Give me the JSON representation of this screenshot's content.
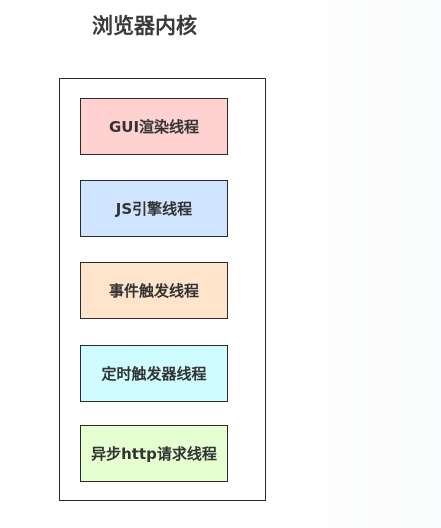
{
  "diagram": {
    "title": "浏览器内核",
    "threads": [
      {
        "label": "GUI渲染线程",
        "color": "#ffd1d1"
      },
      {
        "label": "JS引擎线程",
        "color": "#cfe4ff"
      },
      {
        "label": "事件触发线程",
        "color": "#ffe4cc"
      },
      {
        "label": "定时触发器线程",
        "color": "#cffcff"
      },
      {
        "label": "异步http请求线程",
        "color": "#e6ffd1"
      }
    ]
  }
}
